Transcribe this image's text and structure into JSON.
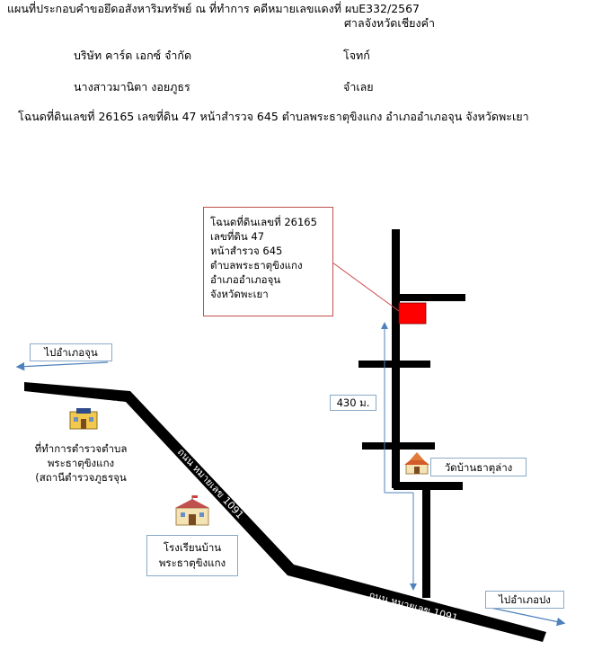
{
  "header": {
    "line1": "แผนที่ประกอบคำขอยึดอสังหาริมทรัพย์ ณ ที่ทำการ คดีหมายเลขแดงที่ ผบE332/2567",
    "court": "ศาลจังหวัดเชียงคำ",
    "plaintiff_name": "บริษัท คาร์ด เอกซ์ จำกัด",
    "plaintiff_role": "โจทก์",
    "defendant_name": "นางสาวมานิตา  งอยภูธร",
    "defendant_role": "จำเลย",
    "deed_line": "โฉนดที่ดินเลขที่ 26165 เลขที่ดิน 47 หน้าสำรวจ 645 ตำบลพระธาตุขิงแกง  อำเภออำเภอจุน จังหวัดพะเยา"
  },
  "callout": {
    "lines": [
      "โฉนดที่ดินเลขที่ 26165",
      "เลขที่ดิน 47",
      "หน้าสำรวจ 645",
      "ตำบลพระธาตุขิงแกง",
      "อำเภออำเภอจุน",
      "จังหวัดพะเยา"
    ]
  },
  "map": {
    "to_chun": "ไปอำเภอจุน",
    "to_pong": "ไปอำเภอปง",
    "road_label_1": "ถนน หมายเลข 1091",
    "road_label_2": "ถนน หมายเลข 1091",
    "road_label_3": "ถนน หมายเลข 1091",
    "distance": "430 ม.",
    "police_lines": [
      "ที่ทำการตำรวจตำบล",
      "พระธาตุขิงแกง",
      "(สถานีตำรวจภูธรจุน"
    ],
    "school_lines": [
      "โรงเรียนบ้าน",
      "พระธาตุขิงแกง"
    ],
    "temple": "วัดบ้านธาตุล่าง"
  },
  "colors": {
    "road": "#000000",
    "parcel": "#ff0000",
    "callout_border": "#c0504d",
    "arrow": "#4f81bd",
    "label_border": "#8aa9c7"
  },
  "icons": {
    "police": "police-station-icon",
    "school": "school-icon",
    "temple": "temple-icon"
  }
}
